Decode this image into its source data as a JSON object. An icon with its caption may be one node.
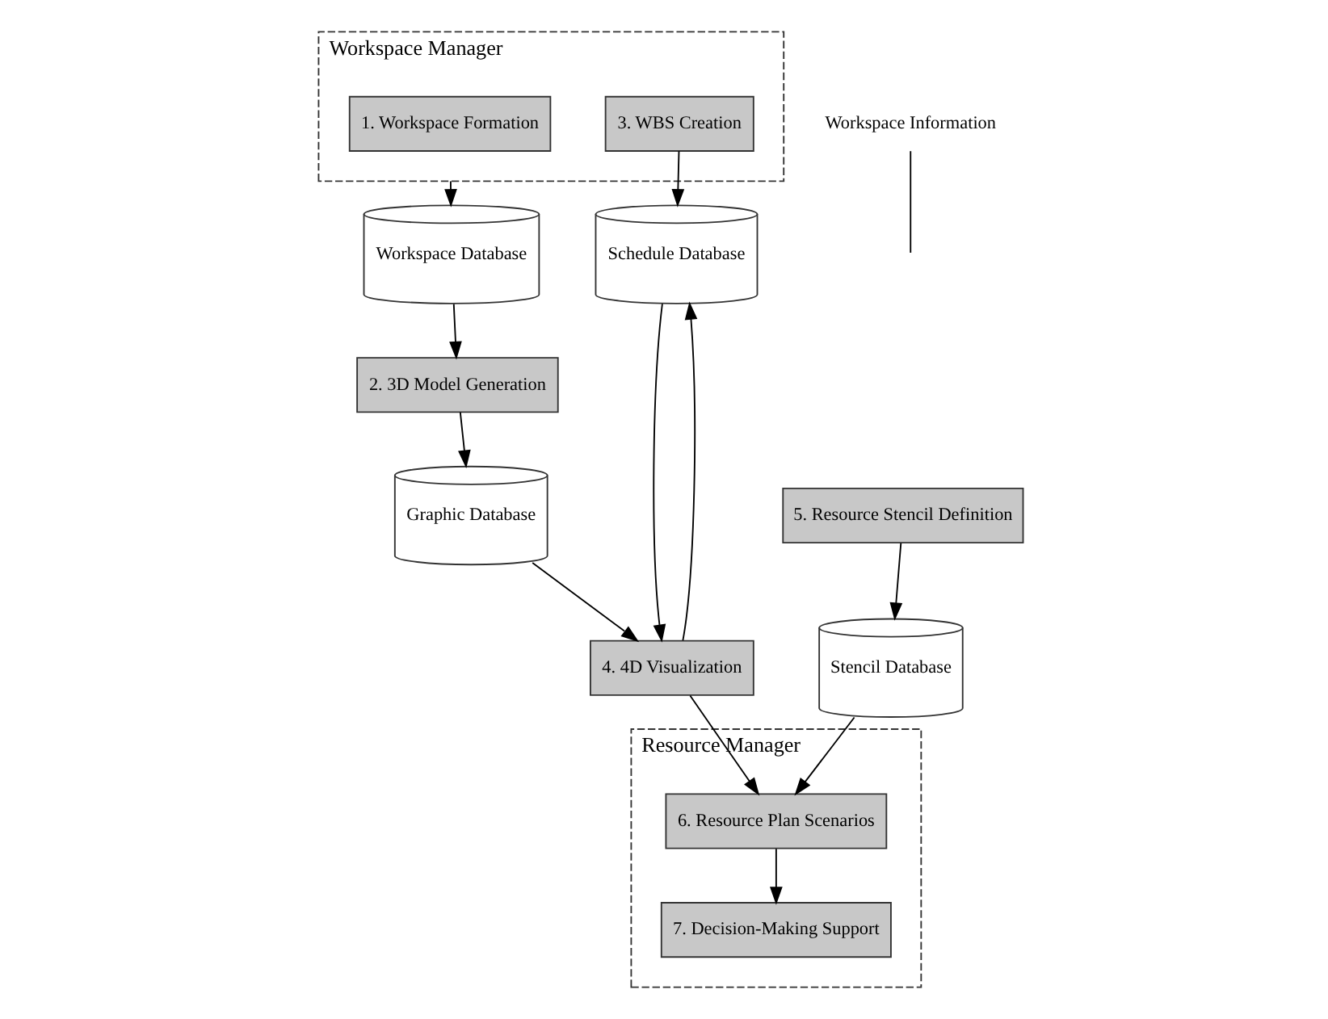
{
  "diagram": {
    "nodes": [
      {
        "text": [
          "Workspace Manager"
        ]
      },
      {
        "text": [
          "1. Workspace Formation"
        ],
        "in": 0
      },
      {
        "text": [
          "3. WBS Creation"
        ],
        "in": 0
      },
      {
        "text": [
          "Workspace Database"
        ]
      },
      {
        "text": [
          "Schedule Database"
        ]
      },
      {
        "text": [
          "2. 3D Model Generation"
        ]
      },
      {
        "text": [
          "Graphic Database"
        ]
      },
      {
        "text": [
          "4. 4D Visualization"
        ]
      },
      {
        "text": [
          "5. Resource Stencil Definition"
        ]
      },
      {
        "text": [
          "Stencil Database"
        ]
      },
      {
        "text": [
          "Resource Manager"
        ]
      },
      {
        "text": [
          "6. Resource Plan Scenarios"
        ],
        "in": 10
      },
      {
        "text": [
          "7. Decision-Making Support"
        ],
        "in": 10
      },
      {
        "text": [
          "Workspace Information"
        ]
      }
    ],
    "edges": [
      {
        "from": 0,
        "to": 3,
        "arrow": "to"
      },
      {
        "from": 2,
        "to": 4,
        "arrow": "to"
      },
      {
        "from": 3,
        "to": 5,
        "arrow": "to"
      },
      {
        "from": 5,
        "to": 6,
        "arrow": "to"
      },
      {
        "from": 6,
        "to": 7,
        "arrow": "to"
      },
      {
        "from": 4,
        "to": 7,
        "arrow": "to"
      },
      {
        "from": 7,
        "to": 4,
        "arrow": "to"
      },
      {
        "from": 8,
        "to": 9,
        "arrow": "to"
      },
      {
        "from": 9,
        "to": 11,
        "arrow": "to"
      },
      {
        "from": 7,
        "to": 11,
        "arrow": "to"
      },
      {
        "from": 11,
        "to": 12,
        "arrow": "to"
      },
      {
        "from": 13,
        "to": null,
        "arrow": "none"
      }
    ]
  }
}
